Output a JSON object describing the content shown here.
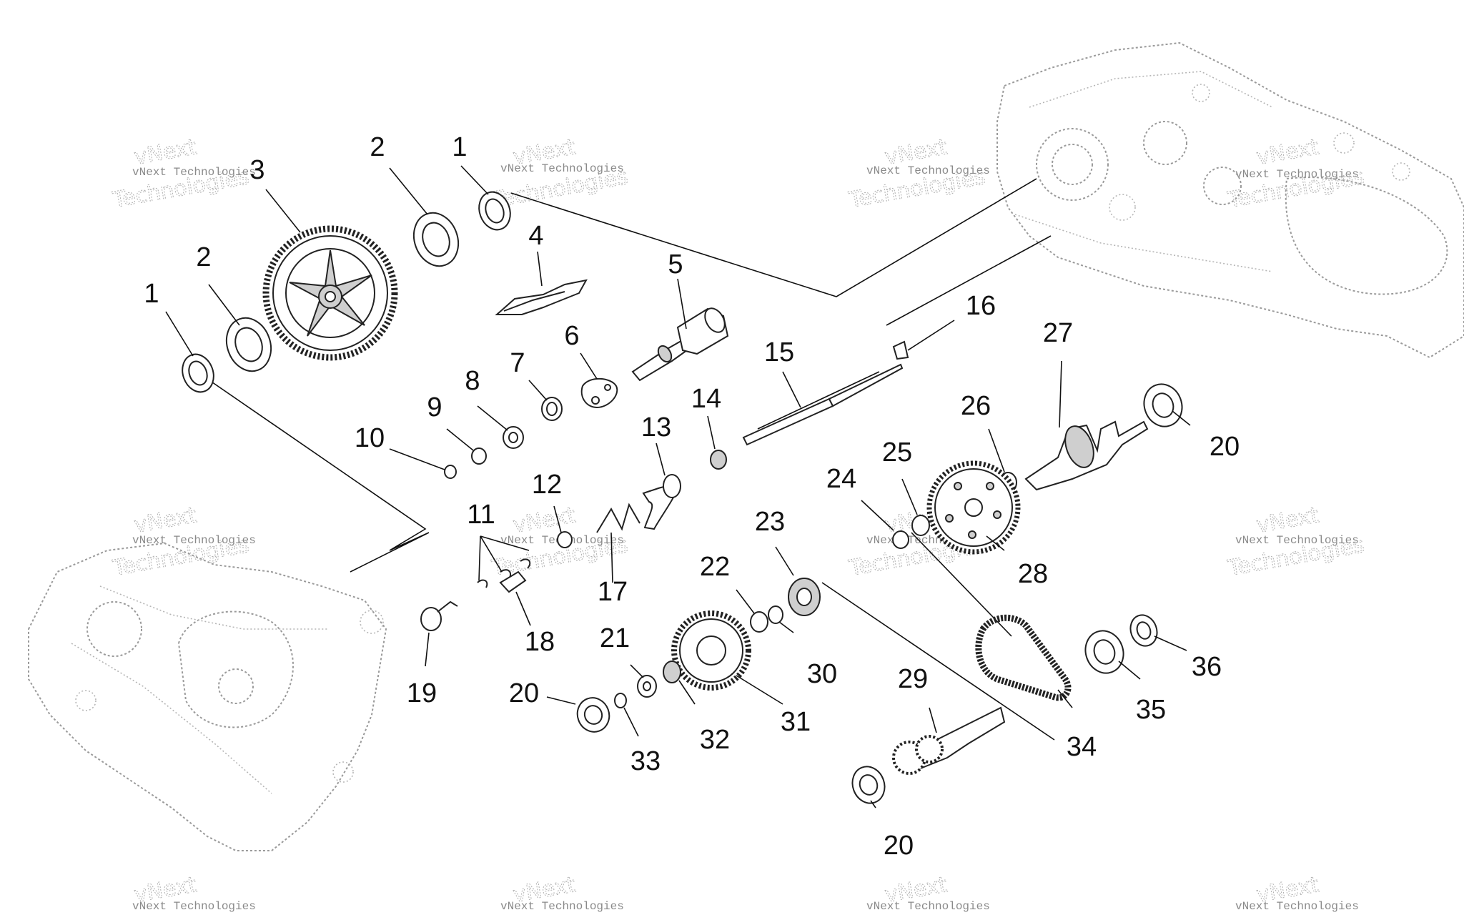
{
  "watermark": {
    "brand_small": "vNext Technologies",
    "brand_top": "vNext",
    "brand_bottom": "Technologies"
  },
  "callouts": {
    "p1a": "1",
    "p1b": "1",
    "p2a": "2",
    "p2b": "2",
    "p3": "3",
    "p4": "4",
    "p5": "5",
    "p6": "6",
    "p7": "7",
    "p8": "8",
    "p9": "9",
    "p10": "10",
    "p11": "11",
    "p12": "12",
    "p13": "13",
    "p14": "14",
    "p15": "15",
    "p16": "16",
    "p17": "17",
    "p18": "18",
    "p19": "19",
    "p20a": "20",
    "p20b": "20",
    "p20c": "20",
    "p21": "21",
    "p22": "22",
    "p23": "23",
    "p24": "24",
    "p25": "25",
    "p26": "26",
    "p27": "27",
    "p28": "28",
    "p29": "29",
    "p30": "30",
    "p31": "31",
    "p32": "32",
    "p33": "33",
    "p34": "34",
    "p35": "35",
    "p36": "36"
  }
}
